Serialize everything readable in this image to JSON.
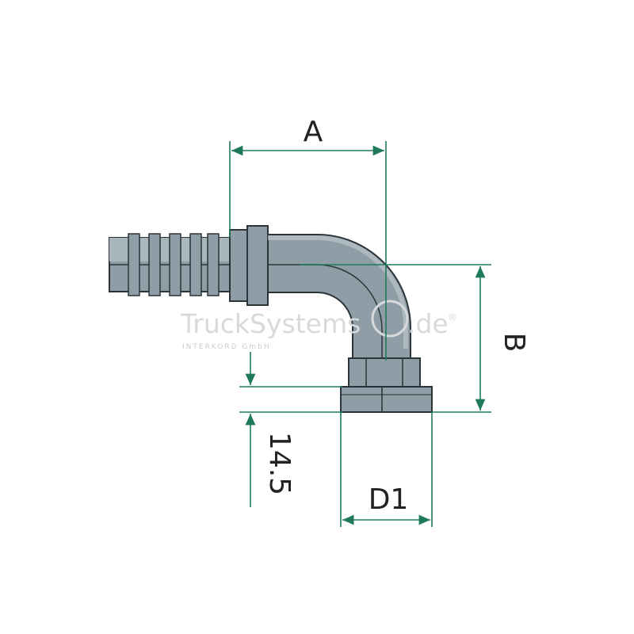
{
  "dimensions": {
    "a": "A",
    "b": "B",
    "thickness": "14.5",
    "d1": "D1"
  },
  "watermark": {
    "brand_left": "TruckSystems",
    "brand_right": ".de",
    "registered_mark": "®",
    "company": "INTERKORD GmbH"
  },
  "colors": {
    "dimension_line": "#1f7a5c",
    "body_fill": "#8f9ea6",
    "body_light": "#a9b6bc",
    "outline": "#2b3438",
    "watermark": "#d7dadc"
  }
}
